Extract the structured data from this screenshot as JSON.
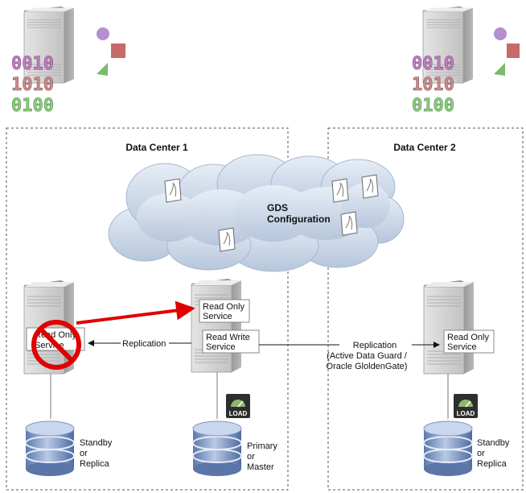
{
  "data_centers": [
    {
      "title": "Data Center 1"
    },
    {
      "title": "Data Center 2"
    }
  ],
  "cloud": {
    "line1": "GDS",
    "line2": "Configuration"
  },
  "servers": {
    "dc1_standby": {
      "service_line1": "Read Only",
      "service_line2": "Service",
      "status": "failed"
    },
    "dc1_primary": {
      "services": [
        {
          "line1": "Read Only",
          "line2": "Service"
        },
        {
          "line1": "Read Write",
          "line2": "Service"
        }
      ]
    },
    "dc2_standby": {
      "service_line1": "Read Only",
      "service_line2": "Service"
    }
  },
  "replication_left": {
    "label": "Replication"
  },
  "replication_right": {
    "line1": "Replication",
    "line2": "(Active Data Guard /",
    "line3": "Oracle GloldenGate)"
  },
  "load_badge": {
    "label": "LOAD"
  },
  "databases": {
    "dc1_standby": {
      "line1": "Standby",
      "line2": "or",
      "line3": "Replica"
    },
    "dc1_primary": {
      "line1": "Primary",
      "line2": "or",
      "line3": "Master"
    },
    "dc2_standby": {
      "line1": "Standby",
      "line2": "or",
      "line3": "Replica"
    }
  },
  "data_icons": {
    "row1": "0010",
    "row2": "1010",
    "row3": "0100"
  },
  "colors": {
    "cloud": "#cdd8e8",
    "failure": "#e00000",
    "server_light": "#d8d8d8",
    "server_dark": "#a0a0a0",
    "db_blue": "#7e97c4"
  }
}
